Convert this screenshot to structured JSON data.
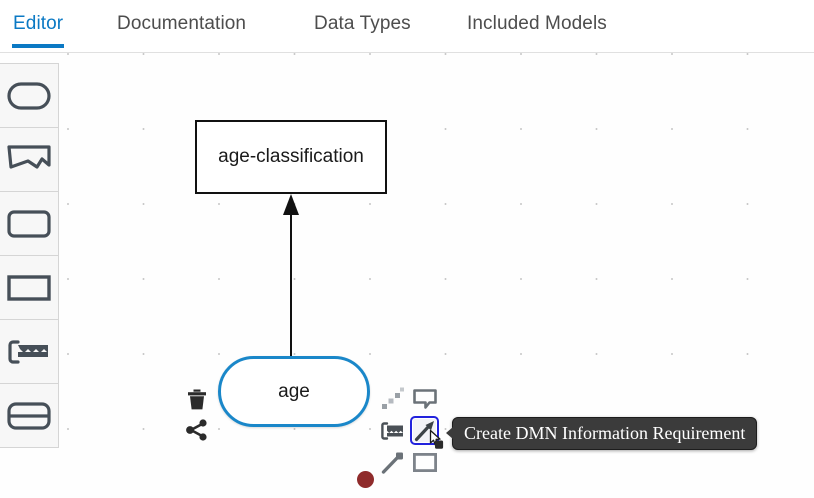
{
  "tabs": [
    {
      "label": "Editor",
      "active": true
    },
    {
      "label": "Documentation",
      "active": false
    },
    {
      "label": "Data Types",
      "active": false
    },
    {
      "label": "Included Models",
      "active": false
    }
  ],
  "palette": {
    "items": [
      {
        "name": "business-knowledge-model-tool",
        "icon": "rounded-rectangle-icon",
        "title": "Business Knowledge Model"
      },
      {
        "name": "text-annotation-tool",
        "icon": "text-annotation-icon",
        "title": "Text Annotation"
      },
      {
        "name": "input-data-tool",
        "icon": "input-data-icon",
        "title": "Input Data"
      },
      {
        "name": "decision-tool",
        "icon": "decision-rectangle-icon",
        "title": "Decision"
      },
      {
        "name": "knowledge-source-tool",
        "icon": "knowledge-source-icon",
        "title": "Knowledge Source"
      },
      {
        "name": "decision-service-tool",
        "icon": "decision-service-icon",
        "title": "Decision Service"
      }
    ]
  },
  "diagram": {
    "decision_node": {
      "label": "age-classification",
      "shape": "rectangle",
      "border_color": "#111111"
    },
    "input_node": {
      "label": "age",
      "shape": "stadium",
      "border_color": "#1a87c9",
      "selected": true
    },
    "resize_handle_color": "#8f2b2b",
    "connector": {
      "type": "information-requirement",
      "from": "age",
      "to": "age-classification",
      "arrow": "filled-triangle"
    }
  },
  "node_actions": [
    {
      "name": "delete-node-button",
      "icon": "trash-icon"
    },
    {
      "name": "share-node-button",
      "icon": "share-icon"
    }
  ],
  "shape_grid": [
    {
      "name": "create-dmn-association",
      "icon": "dashed-diagonal-arrow-icon",
      "selected": false
    },
    {
      "name": "create-dmn-text-annotation",
      "icon": "text-annotation-icon",
      "selected": false
    },
    {
      "name": "create-dmn-knowledge-source",
      "icon": "knowledge-source-icon",
      "selected": false
    },
    {
      "name": "create-dmn-information-requirement",
      "icon": "information-requirement-arrow-icon",
      "selected": true
    },
    {
      "name": "create-dmn-knowledge-requirement",
      "icon": "knowledge-requirement-arrow-icon",
      "selected": false
    },
    {
      "name": "create-dmn-decision",
      "icon": "decision-rectangle-icon",
      "selected": false
    }
  ],
  "tooltip": {
    "text": "Create DMN Information Requirement"
  },
  "colors": {
    "accent_blue": "#0b79c4",
    "selection_blue": "#1a87c9",
    "highlight_border": "#2222dd",
    "handle_red": "#8f2b2b",
    "tooltip_bg": "#3b3b3b",
    "grid_dot": "#c9c9c9"
  }
}
